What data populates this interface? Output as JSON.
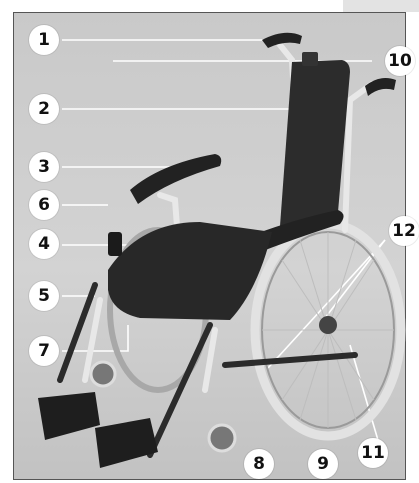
{
  "callouts": [
    {
      "id": "1",
      "label": "1"
    },
    {
      "id": "2",
      "label": "2"
    },
    {
      "id": "3",
      "label": "3"
    },
    {
      "id": "4",
      "label": "4"
    },
    {
      "id": "5",
      "label": "5"
    },
    {
      "id": "6",
      "label": "6"
    },
    {
      "id": "7",
      "label": "7"
    },
    {
      "id": "8",
      "label": "8"
    },
    {
      "id": "9",
      "label": "9"
    },
    {
      "id": "10",
      "label": "10"
    },
    {
      "id": "11",
      "label": "11"
    },
    {
      "id": "12",
      "label": "12"
    }
  ],
  "colors": {
    "background": "#cfcfcf",
    "upholstery": "#2a2a2a",
    "frame": "#e6e6e6",
    "callout_fill": "#ffffff",
    "callout_text": "#111111"
  }
}
